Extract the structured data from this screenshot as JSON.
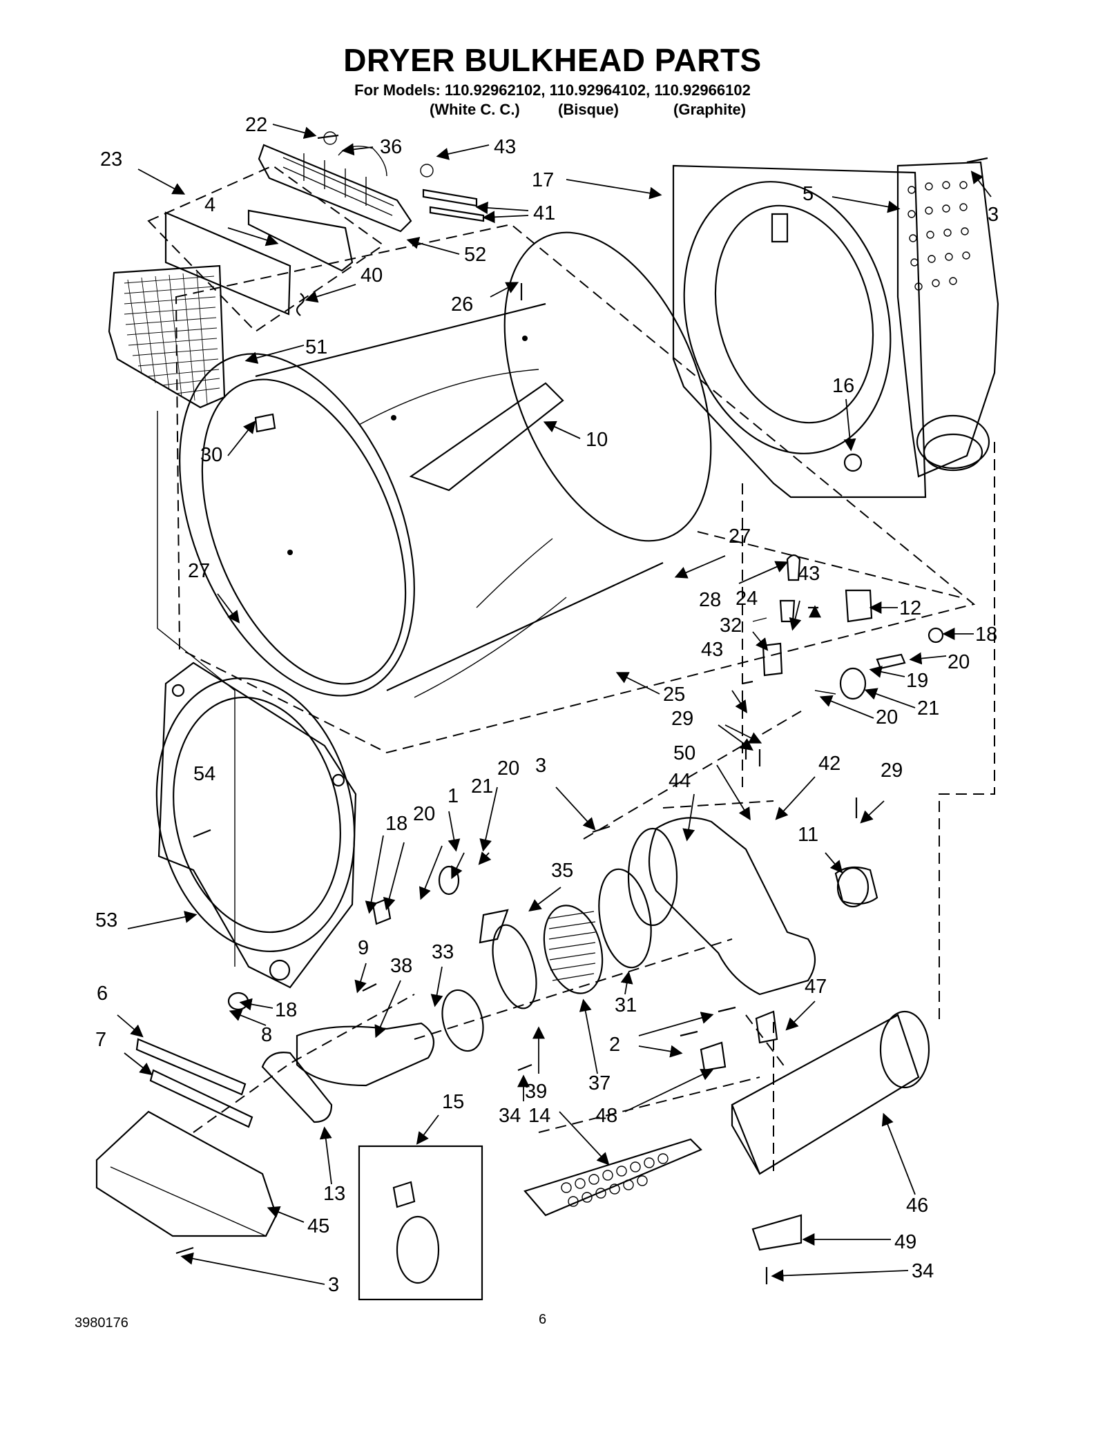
{
  "header": {
    "title": "DRYER BULKHEAD PARTS",
    "models_line": "For Models: 110.92962102, 110.92964102, 110.92966102",
    "variants": [
      "(White C. C.)",
      "(Bisque)",
      "(Graphite)"
    ]
  },
  "footer": {
    "doc_number": "3980176",
    "page_number": "6"
  },
  "callouts": [
    "22",
    "36",
    "43",
    "23",
    "17",
    "5",
    "3",
    "41",
    "4",
    "52",
    "40",
    "26",
    "51",
    "16",
    "10",
    "30",
    "27",
    "27",
    "43",
    "28",
    "24",
    "12",
    "32",
    "18",
    "43",
    "20",
    "19",
    "25",
    "21",
    "20",
    "29",
    "50",
    "42",
    "3",
    "20",
    "21",
    "1",
    "54",
    "18",
    "20",
    "44",
    "29",
    "11",
    "35",
    "53",
    "9",
    "33",
    "38",
    "18",
    "6",
    "8",
    "31",
    "47",
    "7",
    "2",
    "37",
    "39",
    "15",
    "34",
    "14",
    "48",
    "13",
    "46",
    "45",
    "49",
    "3",
    "34"
  ]
}
